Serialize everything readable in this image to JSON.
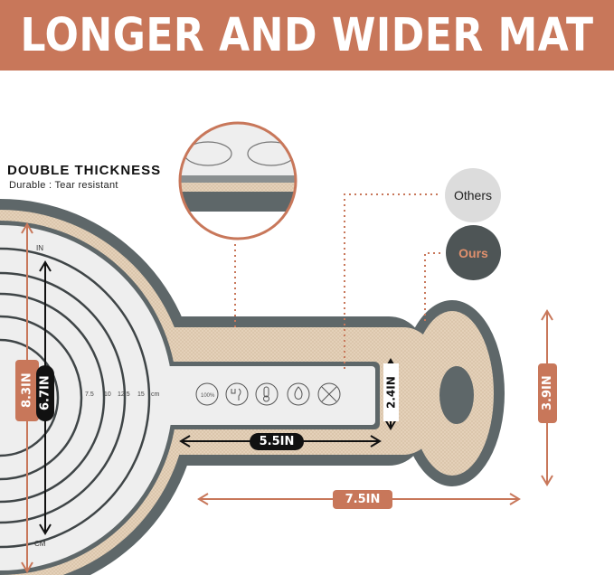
{
  "banner": {
    "title": "LONGER AND WIDER MAT"
  },
  "feature": {
    "heading": "DOUBLE THICKNESS",
    "subheading": "Durable : Tear resistant"
  },
  "comparison": {
    "others": "Others",
    "ours": "Ours"
  },
  "mat": {
    "unit_in": "IN",
    "unit_cm": "CM",
    "cm_ticks": [
      "7.5",
      "10",
      "12.5",
      "15",
      "cm"
    ]
  },
  "dimensions": {
    "outer_height": "8.3IN",
    "inner_height": "6.7IN",
    "handle_height": "2.4IN",
    "handle_length": "5.5IN",
    "total_handle_length": "7.5IN",
    "handle_end_height": "3.9IN"
  },
  "colors": {
    "banner": "#c8775a",
    "accent": "#c8775a",
    "mat_gray": "#5e6769",
    "fabric": "#e5d2bb",
    "surface": "#eeeeee",
    "ours_bubble": "#4e5556",
    "others_bubble": "#dcdcdc"
  },
  "icons": [
    "platinum-silicone-icon",
    "food-safe-icon",
    "temperature-icon",
    "fire-icon",
    "no-cut-icon"
  ]
}
